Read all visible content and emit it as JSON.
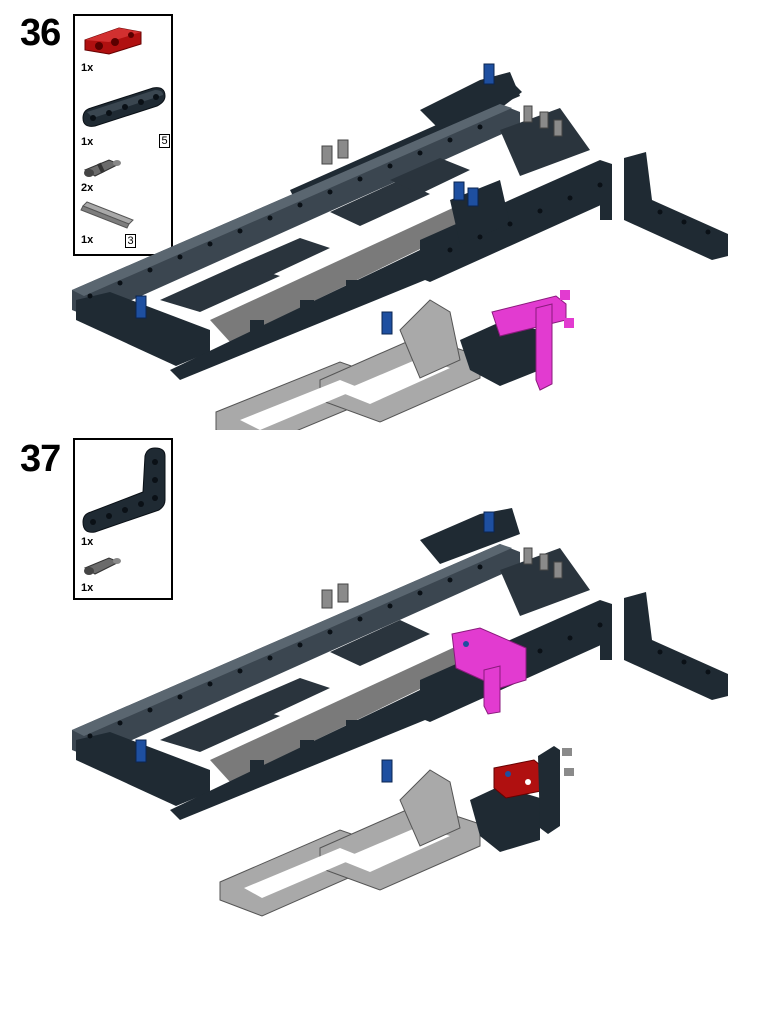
{
  "colors": {
    "dark_bluish_gray": "#1f2a33",
    "light_bluish_gray": "#a9a9a9",
    "mid_gray": "#6b6b6b",
    "blue_pin": "#1e4fa0",
    "red": "#b01010",
    "magenta": "#e23bd0"
  },
  "steps": [
    {
      "number": "36",
      "parts": [
        {
          "icon": "red-axle-pin-connector-icon",
          "qty": "1x",
          "length": ""
        },
        {
          "icon": "dark-gray-beam-icon",
          "qty": "1x",
          "length": "5"
        },
        {
          "icon": "gray-friction-pin-icon",
          "qty": "2x",
          "length": ""
        },
        {
          "icon": "gray-axle-icon",
          "qty": "1x",
          "length": "3"
        }
      ]
    },
    {
      "number": "37",
      "parts": [
        {
          "icon": "dark-gray-l-beam-icon",
          "qty": "1x",
          "length": ""
        },
        {
          "icon": "gray-friction-pin-icon",
          "qty": "1x",
          "length": ""
        }
      ]
    }
  ]
}
